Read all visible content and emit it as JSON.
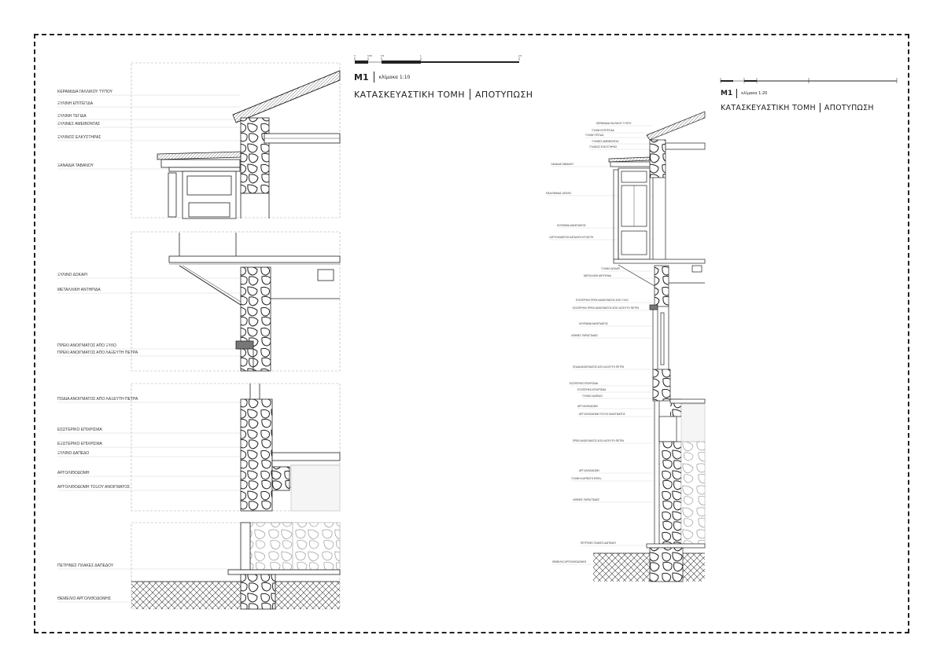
{
  "left_panel": {
    "code": "M1",
    "scale": "κλίμακα 1:10",
    "title_a": "ΚΑΤΑΣΚΕΥΑΣΤΙΚΗ ΤΟΜΗ",
    "title_b": "ΑΠΟΤΥΠΩΣΗ",
    "scale_ticks": [
      "0",
      "0.05",
      "0.5",
      "1",
      "2.5"
    ],
    "labels": [
      "ΚΕΡΑΜΙΔΙΑ ΓΑΛΛΙΚΟΥ ΤΥΠΟΥ",
      "ΞΥΛΙΝΗ ΕΠΙΤΕΓΙΔΑ",
      "ΞΥΛΙΝΗ ΤΕΓΙΔΑ",
      "ΞΥΛΙΝΕΣ ΑΜΕΙΒΟΝΤΑΣ",
      "ΞΥΛΙΝΟΣ ΕΛΚΥΣΤΗΡΑΣ",
      "ΞΑΝΑΔΙΑ ΤΑΒΑΝΟΥ",
      "ΞΥΛΙΝΟ ΔΟΚΑΡΙ",
      "ΜΕΤΑΛΛΙΚΗ ΑΝΤΗΡΙΔΑ",
      "ΠΡΕΚΙ ΑΝΟΙΓΜΑΤΟΣ ΑΠΟ ΞΥΛΟ",
      "ΠΡΕΚΙ ΑΝΟΙΓΜΑΤΟΣ ΑΠΟ ΛΑΞΕΥΤΗ ΠΕΤΡΑ",
      "ΠΟΔΙΑ ΑΝΟΙΓΜΑΤΟΣ ΑΠΟ ΛΑΞΕΥΤΗ ΠΕΤΡΑ",
      "ΕΣΩΤΕΡΙΚΟ ΕΠΙΧΡΙΣΜΑ",
      "ΕΞΩΤΕΡΙΚΟ ΕΠΙΧΡΙΣΜΑ",
      "ΞΥΛΙΝΟ ΔΑΠΕΔΟ",
      "ΑΡΓΟΛΙΘΟΔΟΜΗ",
      "ΑΡΓΟΛΙΘΟΔΟΜΗ ΤΟΞΟΥ ΑΝΟΙΓΜΑΤΟΣ",
      "ΠΕΤΡΙΝΕΣ ΠΛΑΚΕΣ ΔΑΠΕΔΟΥ",
      "ΘΕΜΕΛΙΟ ΑΡΓΟΛΙΘΟΔΟΜΗΣ"
    ]
  },
  "right_panel": {
    "code": "M1",
    "scale": "κλίμακα 1:20",
    "title_a": "ΚΑΤΑΣΚΕΥΑΣΤΙΚΗ ΤΟΜΗ",
    "title_b": "ΑΠΟΤΥΠΩΣΗ",
    "labels": [
      "ΚΕΡΑΜΙΔΙΑ ΓΑΛΛΙΚΟΥ ΤΥΠΟΥ",
      "ΞΥΛΙΝΗ ΕΠΙΤΕΓΙΔΑ",
      "ΞΥΛΙΝΗ ΤΕΓΙΔΑ",
      "ΞΥΛΙΝΕΣ ΑΜΕΙΒΟΝΤΑΣ",
      "ΞΥΛΙΝΟΣ ΕΛΚΥΣΤΗΡΑΣ",
      "ΞΑΝΑΔΙΑ ΤΑΒΑΝΟΥ",
      "ΠΑΛΙΟΜΙΝΑΣ ΔΙΠΛΗΣ",
      "ΚΟΥΦΩΜΑ ΑΝΟΙΓΜΑΤΟΣ",
      "ΞΑΡΤΟΚΑΘΕΣΤΑ ΚΑΤΑΛΗΞΗ ΕΞΩΣΤΗ",
      "ΞΥΛΙΝΟ ΔΟΚΑΡΙ",
      "ΜΕΤΑΛΛΙΚΗ ΑΝΤΗΡΙΔΑ",
      "ΕΞΩΤΕΡΙΚΟ ΠΡΕΚΙ ΑΝΟΙΓΜΑΤΟΣ ΑΠΟ ΞΥΛΟ",
      "ΕΣΩΤΕΡΙΚΟ ΠΡΕΚΙ ΑΝΟΙΓΜΑΤΟΣ ΑΠΟ ΛΑΞΕΥΤΗ ΠΕΤΡΑ",
      "ΚΟΥΦΩΜΑ ΑΝΟΙΓΜΑΤΟΣ",
      "ΛΙΘΙΝΕΣ ΠΑΡΑΣΤΑΔΕΣ",
      "ΠΟΔΙΑ ΑΝΟΙΓΜΑΤΟΣ ΑΠΟ ΛΑΞΕΥΤΗ ΠΕΤΡΑ",
      "ΕΣΩΤΕΡΙΚΟ ΕΠΙΧΡΙΣΜΑ",
      "ΕΞΩΤΕΡΙΚΟ ΕΠΙΧΡΙΣΜΑ",
      "ΞΥΛΙΝΟ ΔΑΠΕΔΟ",
      "ΑΡΓΟΛΙΘΟΔΟΜΗ",
      "ΑΡΓΟΛΙΘΟΔΟΜΗ ΤΟΞΟΥ ΑΝΟΙΓΜΑΤΟΣ",
      "ΠΡΕΚΙ ΑΝΟΙΓΜΑΤΟΣ ΑΠΟ ΛΑΞΕΥΤΗ ΠΕΤΡΑ",
      "ΑΡΓΟΛΙΘΟΔΟΜΗ",
      "ΞΥΛΙΝΗ ΚΑΡΦΩΤΗ ΕΠΕΝ.",
      "ΛΙΘΙΝΕΣ ΠΑΡΑΣΤΑΔΕΣ",
      "ΠΕΤΡΙΝΕΣ ΠΛΑΚΕΣ ΔΑΠΕΔΟΥ",
      "ΘΕΜΕΛΙΟ ΑΡΓΟΛΙΘΟΔΟΜΗΣ"
    ]
  }
}
